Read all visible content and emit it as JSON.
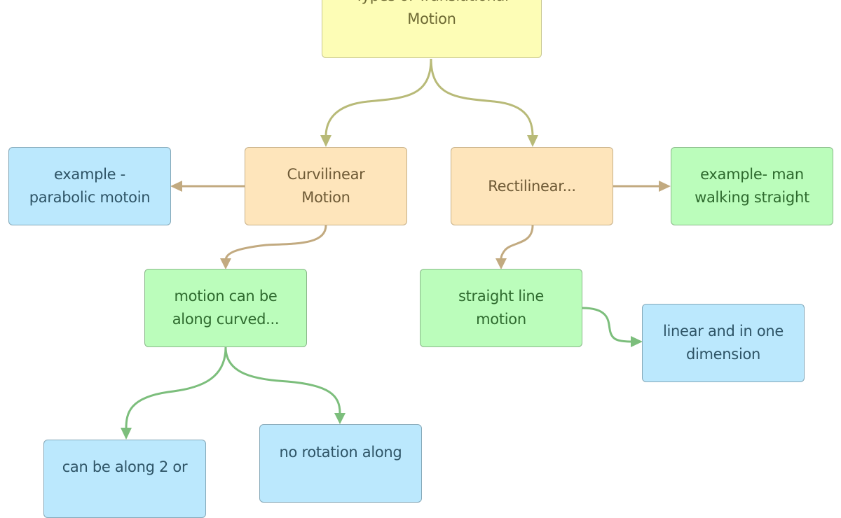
{
  "diagram": {
    "nodes": {
      "root": {
        "text_line1": "Types of Translational",
        "text_line2": "Motion",
        "color": "#fdfdb6"
      },
      "curvilinear": {
        "text_line1": "Curvilinear",
        "text_line2": "Motion",
        "color": "#fee5bb"
      },
      "rectilinear": {
        "text_line1": "Rectilinear...",
        "color": "#fee5bb"
      },
      "example_parabolic": {
        "text_line1": "example -",
        "text_line2": "parabolic motoin",
        "color": "#bbe8fd"
      },
      "example_man": {
        "text_line1": "example- man",
        "text_line2": "walking straight",
        "color": "#bbfdbb"
      },
      "curved_path": {
        "text_line1": "motion can be",
        "text_line2": "along curved...",
        "color": "#bbfdbb"
      },
      "straight_line": {
        "text_line1": "straight line",
        "text_line2": "motion",
        "color": "#bbfdbb"
      },
      "linear_one_dim": {
        "text_line1": "linear and in one",
        "text_line2": "dimension",
        "color": "#bbe8fd"
      },
      "two_or": {
        "text_line1": "can be along 2 or",
        "color": "#bbe8fd"
      },
      "no_rotation": {
        "text_line1": "no rotation along",
        "color": "#bbe8fd"
      }
    },
    "edge_colors": {
      "yellow": "#b8ba78",
      "orange": "#c2aa80",
      "green": "#7cbe7c"
    }
  }
}
